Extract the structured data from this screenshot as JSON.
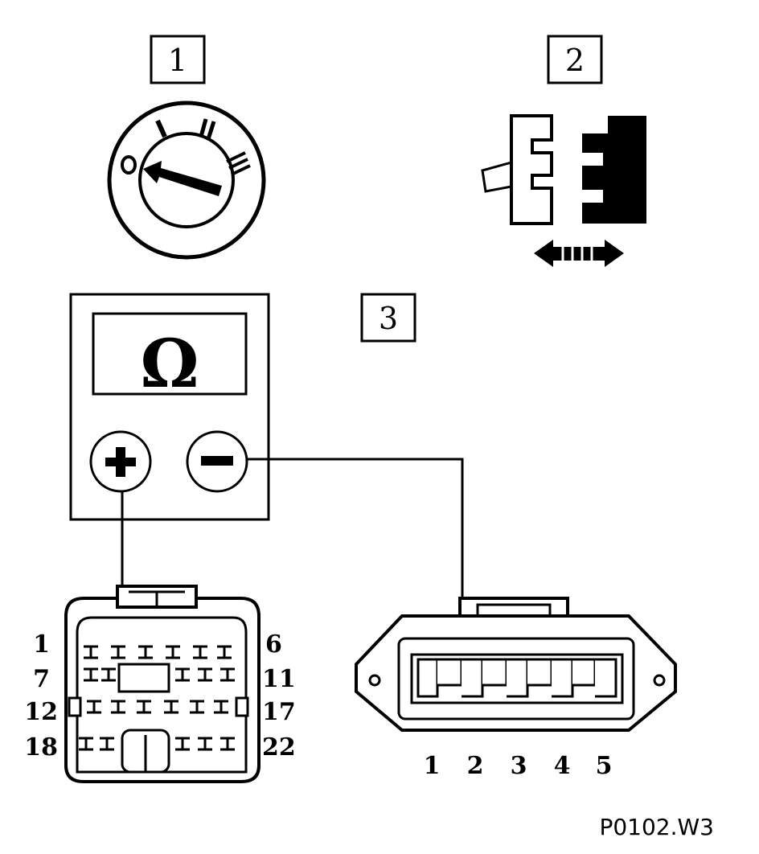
{
  "steps": {
    "step1": "1",
    "step2": "2",
    "step3": "3"
  },
  "meter": {
    "symbol": "Ω",
    "plus": "+",
    "minus": "−"
  },
  "ignition_switch": {
    "positions": [
      "0",
      "I",
      "II",
      "III"
    ]
  },
  "connector_22": {
    "labels_left": [
      "1",
      "7",
      "12",
      "18"
    ],
    "labels_right": [
      "6",
      "11",
      "17",
      "22"
    ]
  },
  "connector_5": {
    "pins": [
      "1",
      "2",
      "3",
      "4",
      "5"
    ]
  },
  "reference": "P0102.W3"
}
